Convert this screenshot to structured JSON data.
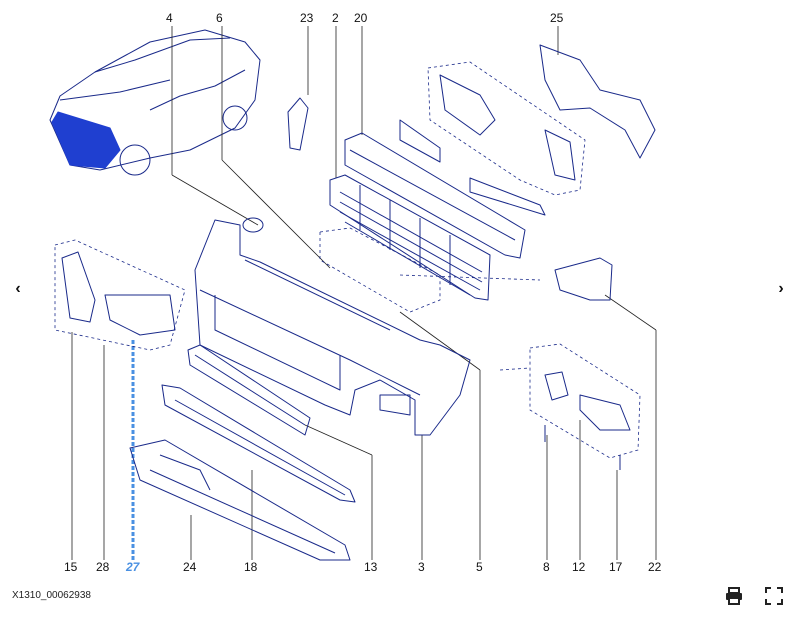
{
  "diagram": {
    "reference": "X1310_00062938",
    "callouts": [
      {
        "id": "c4",
        "label": "4"
      },
      {
        "id": "c6",
        "label": "6"
      },
      {
        "id": "c23",
        "label": "23"
      },
      {
        "id": "c2",
        "label": "2"
      },
      {
        "id": "c20",
        "label": "20"
      },
      {
        "id": "c25",
        "label": "25"
      },
      {
        "id": "c15",
        "label": "15"
      },
      {
        "id": "c28",
        "label": "28"
      },
      {
        "id": "c27",
        "label": "27",
        "highlighted": true
      },
      {
        "id": "c24",
        "label": "24"
      },
      {
        "id": "c18",
        "label": "18"
      },
      {
        "id": "c13",
        "label": "13"
      },
      {
        "id": "c3",
        "label": "3"
      },
      {
        "id": "c5",
        "label": "5"
      },
      {
        "id": "c8",
        "label": "8"
      },
      {
        "id": "c12",
        "label": "12"
      },
      {
        "id": "c17",
        "label": "17"
      },
      {
        "id": "c22",
        "label": "22"
      }
    ],
    "line_color": "#1a2a8a",
    "highlight_color": "#4a90e2",
    "car_highlight_color": "#1f3fd0"
  },
  "nav": {
    "prev_icon": "chevron-left-icon",
    "next_icon": "chevron-right-icon",
    "prev_glyph": "‹",
    "next_glyph": "›"
  },
  "toolbar": {
    "print_icon": "printer-icon",
    "fullscreen_icon": "fullscreen-icon"
  }
}
